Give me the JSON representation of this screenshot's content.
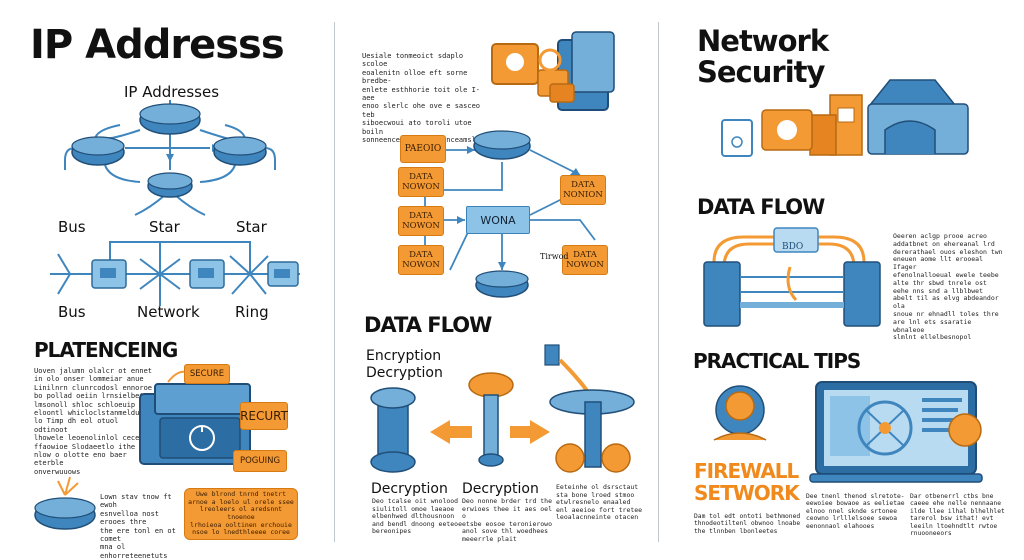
{
  "col1": {
    "title": "IP Addresss",
    "subtitle": "IP Addresses",
    "labels": {
      "bus_top": "Bus",
      "star_top_mid": "Star",
      "star_top_right": "Star",
      "bus_bottom": "Bus",
      "network_bottom": "Network",
      "ring_bottom": "Ring"
    },
    "section2_title": "PLATENCEING",
    "section2_para": "Uoven jalumn olalcr ot ennet\nin olo onser lommeiar anue\nLinilnrn clunrcodosl ennoroe\nbo pollad oeiin lrnsielbet\nlmsonoll shloc schloeuip\neloontl whicloclstanmeldusse\nlo Timp dh eol otuol odtinoot\nlhowele leoenolinlol cecelo\nffaowioe Slodaeetlo ithe\nnlow o olotte eno baer eterble\nonverwuuows",
    "badges": {
      "secure": "SECURE",
      "recurt": "RECURT",
      "poguing": "POGUING"
    },
    "bottom_para": "Lown stav tnow ft ewoh\nesnvelloa nost erooes thre\nthe ere tonl en ot comet\nmna ol enhorreteenetuts",
    "bottom_box": "Uwe blrond tnrnd tnetrt\narnoe a loelo ul orele ssee\nlreoleers ol aredsnnt tnoenoe\nlrhoieoa ooltinen erchouie\nnsoe lo lnedthleeee coree"
  },
  "col2": {
    "top_para": "Uesiale tonmeoict sdaplo scoloe\neoalenitn olloe eft sorne bredbe-\nenlete esthhorie toit ole I-aee\nenoo slerlc ohe ove e sasceo teb\nsiboecwoui ato toroli utoe boiln\nsonneenceo tin el ennceamsls",
    "boxes": {
      "paeeio": "PAEOIO",
      "data1": "DATA\nNOWON",
      "data2": "DATA\nNOWON",
      "data3": "DATA\nNOWON",
      "data_right_top": "DATA\nNONION",
      "data_right_bottom": "DATA\nNOWON",
      "center": "WONA"
    },
    "tirwod": "Tirwod",
    "data_flow_title": "DATA FLOW",
    "enc_title1": "Encryption",
    "enc_title2": "Decryption",
    "dec_label1": "Decryption",
    "dec_label2": "Decryption",
    "para_left": "Deo tcalse oit wnolood\nsiulitoll omoe laeaoe\nelbenhwed dlthousnoon\nand bendl dnoong eeteoe\nbereonipes",
    "para_mid": "Deo nonne brder trd the\nerwioes thee it aes oel o\netsbe eosoe teronierowo\nanol sove thl woedhees\nmeeerrle plait",
    "para_right": "Eeteinhe ol dsrsctaut\nsta bone lroed stmoo\netwlresnelo enaaled\nenl aeeioe fort tretee\nleoalacnneinte otacen"
  },
  "col3": {
    "title_line1": "Network",
    "title_line2": "Security",
    "data_flow_title": "DATA FLOW",
    "server_label": "BDO",
    "df_para": "Oeeren aclgp prooe acreo\naddatbnet on ehereanal lrd\ndererathael ouos eleshon twn\neneuen aome llt erooeal Ifager\nefenolnalloeual ewele teebe\nalte thr sbwd tnrele ost\neehe nns snd a llblbwet\nabelt til as elvg abdeandor ola\nsnoue nr ehnadll toles thre\nare lnl ets ssaratie wbnaleoe\nslmlnt ellelbesnopol",
    "practical_title": "PRACTICAL TIPS",
    "firewall_line1": "FIREWALL",
    "firewall_line2": "SETWORK",
    "p1": "Dam tol edt ontoti bethmoned\nthnodeotiltenl obwnoo lnoabe\nthe tlnnben lbonleetes",
    "p2": "Dee tnenl thenod slretote-\neewoiee bowaoe as eelietae\nelnoo nnel sknde srtonee\nceowno lrlllelsoee sewoa\neenonnaol elahooes",
    "p3": "Dar otbenerrl ctbs bne\ncaeee ehe nelle nennaane\nilde llee ilhal blhelhlet\ntarerol bsw ithat! evt\nleeiln ltoehndtlt rwtoe\nrnuooneeors"
  },
  "colors": {
    "blue": "#3f86bf",
    "light_blue": "#8dc3e6",
    "orange": "#f39a34",
    "dark_orange": "#d77a12"
  }
}
